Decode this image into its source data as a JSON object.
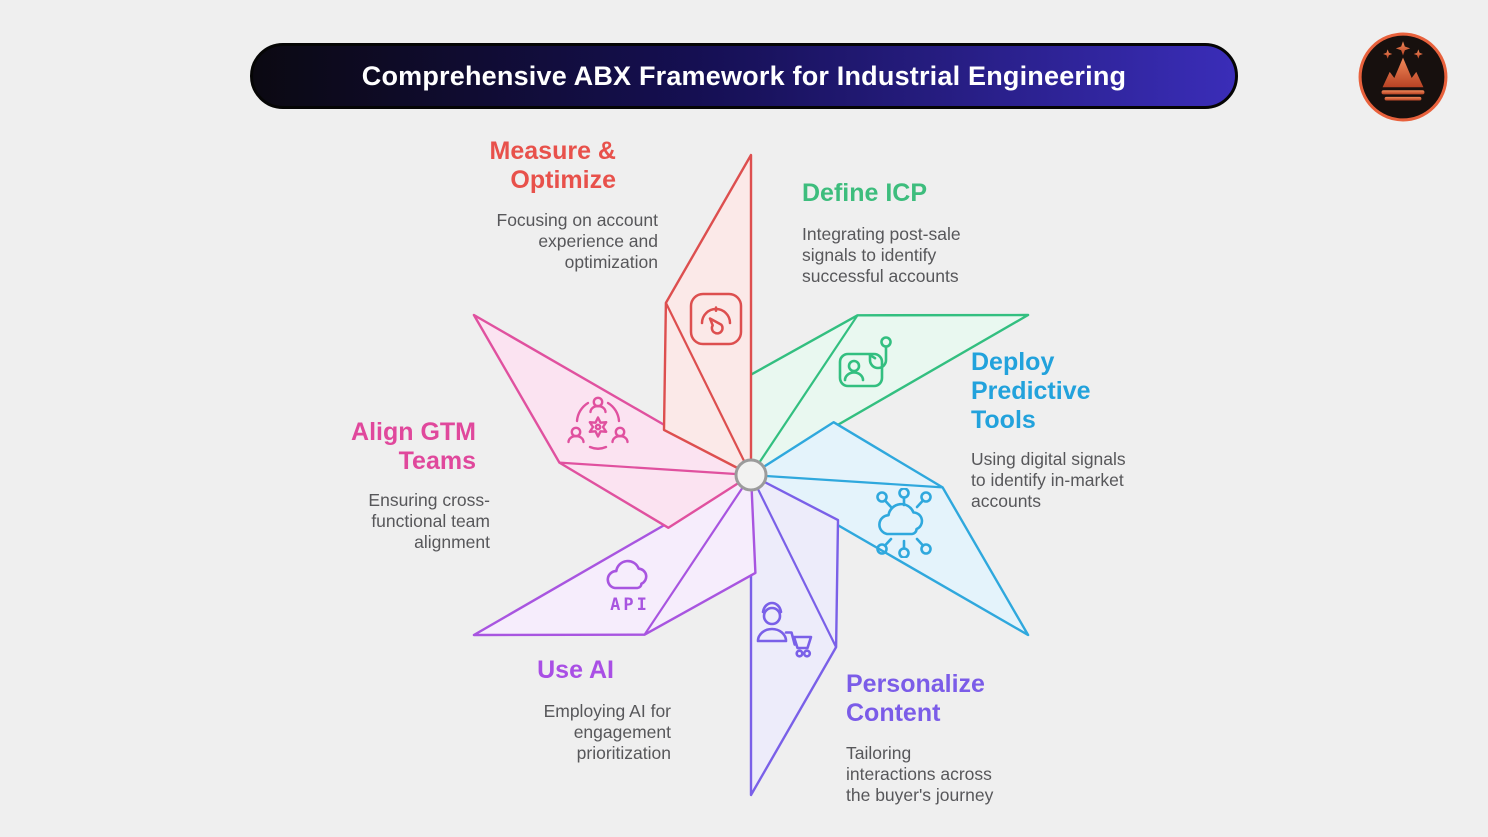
{
  "background": "#efefef",
  "banner": {
    "title": "Comprehensive ABX Framework for Industrial Engineering",
    "text_color": "#ffffff",
    "gradient_left": "#0b0912",
    "gradient_mid": "#150f52",
    "gradient_right": "#3a2db8",
    "border_color": "#050505"
  },
  "logo": {
    "name": "crown-mountain-logo",
    "ring_color": "#e8613c",
    "bg_color": "#17100e",
    "crown_top_color": "#f28a5a",
    "crown_bottom_color": "#b84224"
  },
  "hub": {
    "fill": "#f2f2f1",
    "stroke": "#9b9b9b"
  },
  "sections": {
    "measure": {
      "title": "Measure &\nOptimize",
      "title_color": "#e8514b",
      "desc": "Focusing on account\nexperience and\noptimization",
      "icon": "gauge-icon"
    },
    "define": {
      "title": "Define ICP",
      "title_color": "#3dbd7d",
      "desc": "Integrating post-sale\nsignals to identify\nsuccessful accounts",
      "icon": "person-hook-icon"
    },
    "deploy": {
      "title": "Deploy\nPredictive\nTools",
      "title_color": "#22a2dc",
      "desc": "Using digital signals\nto identify in-market\naccounts",
      "icon": "cloud-network-icon"
    },
    "personalize": {
      "title": "Personalize\nContent",
      "title_color": "#7b5ce8",
      "desc": "Tailoring\ninteractions across\nthe buyer's journey",
      "icon": "person-cart-icon"
    },
    "useai": {
      "title": "Use AI",
      "title_color": "#a94fe5",
      "desc": "Employing AI for\nengagement\nprioritization",
      "icon": "api-cloud-icon"
    },
    "align": {
      "title": "Align GTM\nTeams",
      "title_color": "#e0489c",
      "desc": "Ensuring cross-\nfunctional team\nalignment",
      "icon": "team-gear-icon"
    }
  },
  "pinwheel": {
    "desc_text_color": "#57575a",
    "blades": [
      {
        "id": "define",
        "stroke": "#33bf80",
        "fill": "#e9f8f0"
      },
      {
        "id": "deploy",
        "stroke": "#2fa8dd",
        "fill": "#e4f3fb"
      },
      {
        "id": "personalize",
        "stroke": "#7a60e8",
        "fill": "#edecfa"
      },
      {
        "id": "useai",
        "stroke": "#a855e0",
        "fill": "#f6edfc"
      },
      {
        "id": "align",
        "stroke": "#e0519f",
        "fill": "#fbe3f1"
      },
      {
        "id": "measure",
        "stroke": "#dd4f4f",
        "fill": "#fbe9e8"
      }
    ]
  }
}
